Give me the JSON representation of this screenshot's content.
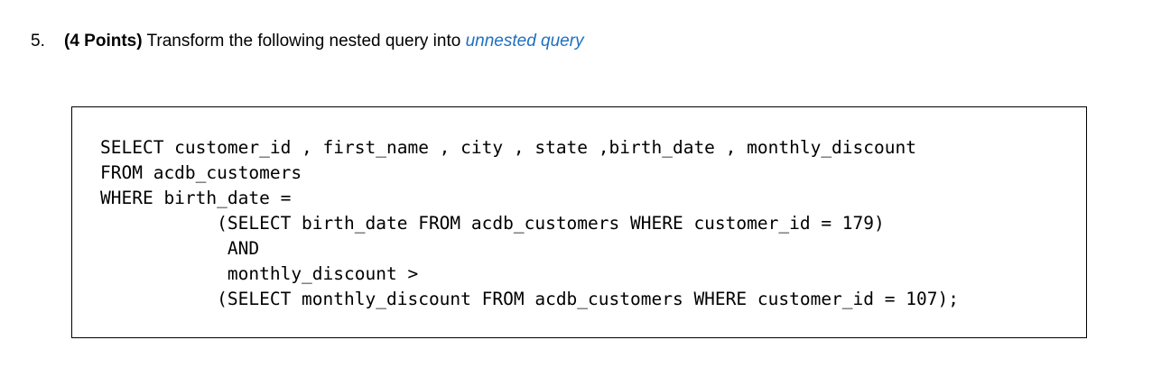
{
  "question": {
    "number": "5.",
    "points": "(4 Points)",
    "text": " Transform the following nested query into ",
    "emphasis": "unnested query",
    "emphasis_color": "#1F6FBF"
  },
  "code": {
    "lines": [
      "SELECT customer_id , first_name , city , state ,birth_date , monthly_discount",
      "FROM acdb_customers",
      "WHERE birth_date =",
      "           (SELECT birth_date FROM acdb_customers WHERE customer_id = 179)",
      "            AND",
      "            monthly_discount >",
      "           (SELECT monthly_discount FROM acdb_customers WHERE customer_id = 107);"
    ]
  }
}
